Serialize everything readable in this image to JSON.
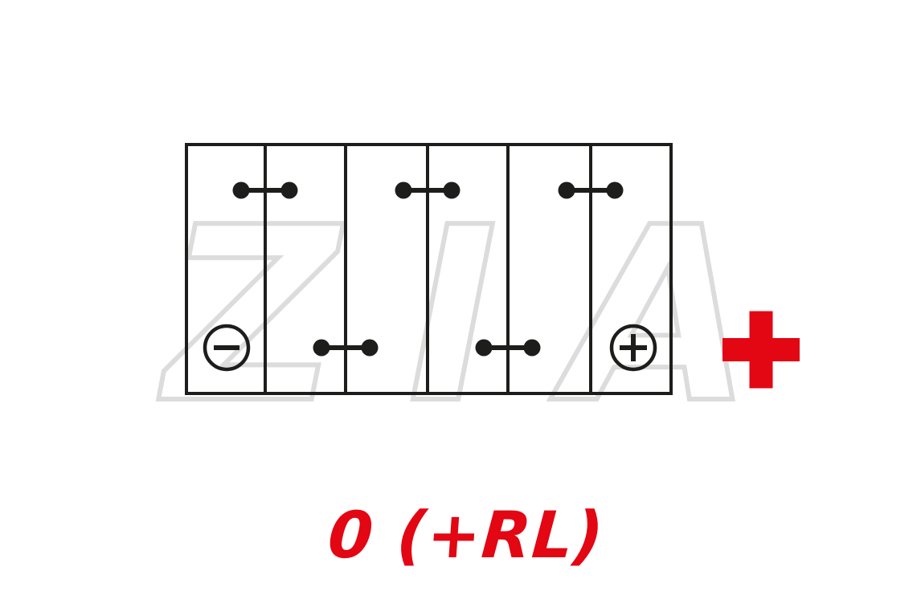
{
  "diagram": {
    "watermark_text": "ZIA",
    "polarity_label": "0 (+RL)",
    "cell_count": 6
  },
  "icons": {
    "negative_terminal": "−",
    "positive_terminal": "+",
    "positive_pole_marker": "+"
  },
  "colors": {
    "accent_red": "#e30613",
    "diagram_black": "#1d1d1b",
    "watermark_gray": "#dcdcdc"
  }
}
